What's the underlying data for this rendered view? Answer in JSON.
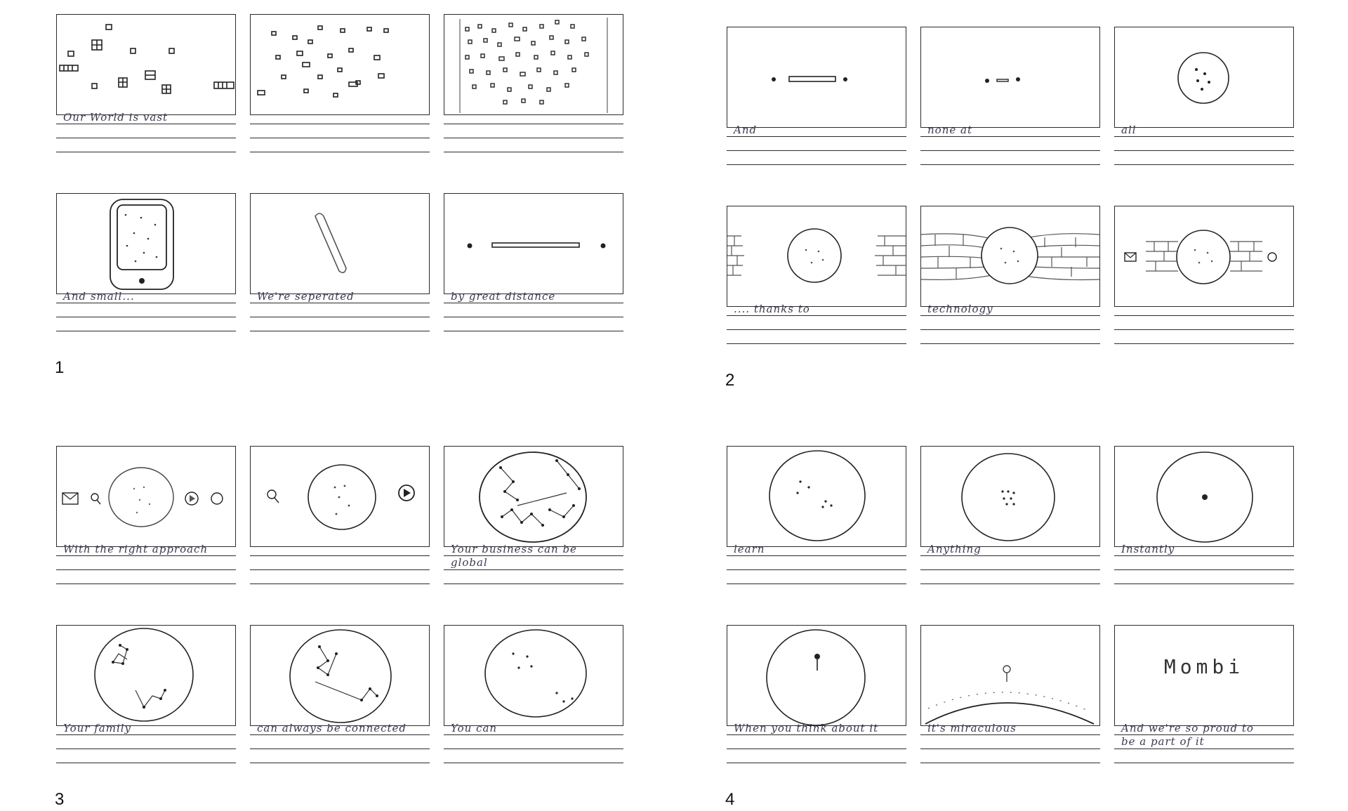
{
  "pages": [
    {
      "number": "1",
      "panels": [
        {
          "caption": "Our World is vast",
          "scene": "scattered-buildings-sparse"
        },
        {
          "caption": "",
          "scene": "scattered-buildings-medium"
        },
        {
          "caption": "",
          "scene": "scattered-buildings-dense"
        },
        {
          "caption": "And small...",
          "scene": "phone-globe"
        },
        {
          "caption": "We're seperated",
          "scene": "tilted-bar"
        },
        {
          "caption": "by great distance",
          "scene": "two-dots-long-bar"
        }
      ]
    },
    {
      "number": "2",
      "panels": [
        {
          "caption": "And",
          "scene": "two-dots-bar"
        },
        {
          "caption": "none   at",
          "scene": "two-dots-short"
        },
        {
          "caption": "all",
          "scene": "small-globe"
        },
        {
          "caption": ".... thanks to",
          "scene": "globe-brick-walls"
        },
        {
          "caption": "technology",
          "scene": "globe-brick-bridge"
        },
        {
          "caption": "",
          "scene": "globe-brick-icons"
        }
      ]
    },
    {
      "number": "3",
      "panels": [
        {
          "caption": "With the right approach",
          "scene": "globe-app-icons"
        },
        {
          "caption": "",
          "scene": "globe-app-icons-near"
        },
        {
          "caption": "Your business can be\nglobal",
          "scene": "globe-network-dense"
        },
        {
          "caption": "Your family",
          "scene": "globe-network-family"
        },
        {
          "caption": "can always be connected",
          "scene": "globe-network-connected"
        },
        {
          "caption": "You   can",
          "scene": "globe-dots"
        }
      ]
    },
    {
      "number": "4",
      "panels": [
        {
          "caption": "learn",
          "scene": "globe-scattered-dots"
        },
        {
          "caption": "Anything",
          "scene": "globe-cluster-dots"
        },
        {
          "caption": "Instantly",
          "scene": "globe-single-dot"
        },
        {
          "caption": "When you think about it",
          "scene": "globe-pin"
        },
        {
          "caption": "it's miraculous",
          "scene": "horizon-pin"
        },
        {
          "caption": "And we're so proud to\nbe a part of it",
          "scene": "logo",
          "logo_text": "Mombi"
        }
      ]
    }
  ]
}
